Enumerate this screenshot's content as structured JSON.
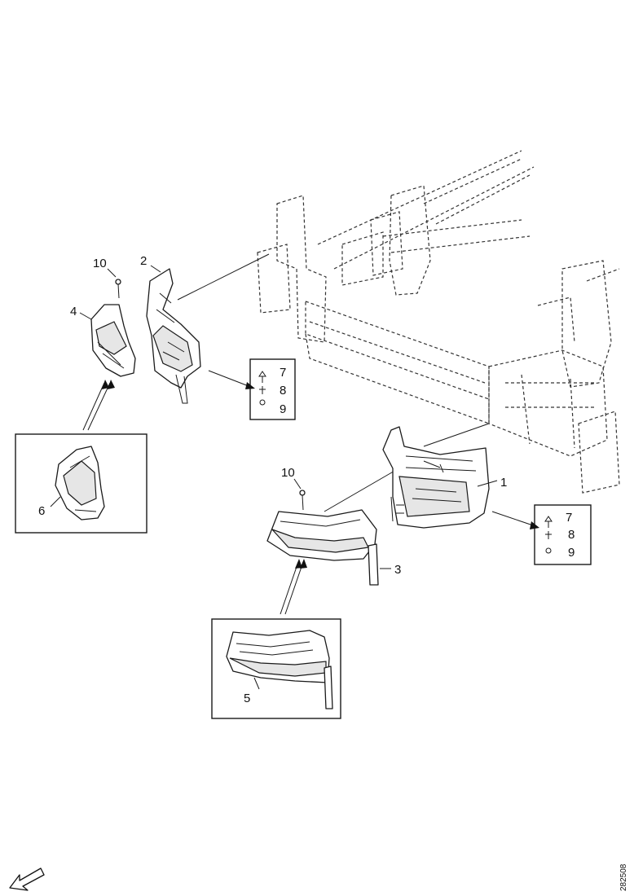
{
  "callouts": {
    "c1": "1",
    "c2": "2",
    "c3": "3",
    "c4": "4",
    "c5": "5",
    "c6": "6",
    "c10a": "10",
    "c10b": "10",
    "box_upper": {
      "a": "7",
      "b": "8",
      "c": "9"
    },
    "box_lower": {
      "a": "7",
      "b": "8",
      "c": "9"
    }
  },
  "reference_id": "282508",
  "icons": {
    "direction": "front-direction-arrow-icon"
  }
}
